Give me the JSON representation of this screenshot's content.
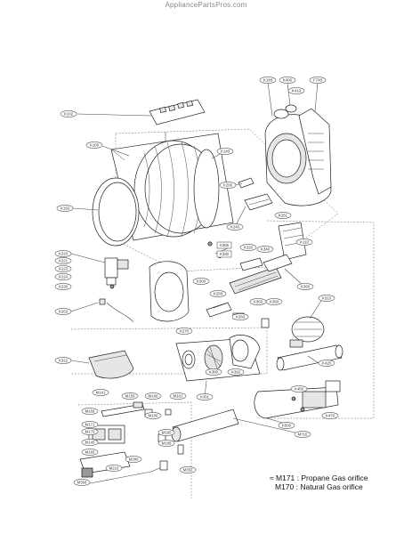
{
  "watermark": "AppliancePartsPros.com",
  "legend": {
    "line1": "≈ M171 : Propane Gas orifice",
    "line2": "M170 : Natural Gas orifice"
  },
  "labels": {
    "k180": "K180",
    "k400": "K400",
    "f700": "F700",
    "k410": "K410",
    "k102": "K102",
    "k100": "K100",
    "k140": "K140",
    "k150": "K150",
    "k200": "K200",
    "k251": "K251",
    "k110": "K110",
    "k306": "K306",
    "k320": "K320",
    "k240": "K240",
    "k330": "K330",
    "k220": "K220",
    "k221": "K221",
    "k223": "K223",
    "k224": "K224",
    "k230": "K230",
    "k300": "K300",
    "k250": "K250",
    "k310": "K310",
    "k360": "K360",
    "k262": "K262",
    "k340": "K340",
    "k350": "K350",
    "k350b": "K350",
    "k260": "K260",
    "k270": "K270",
    "k322": "K322",
    "k420": "K420",
    "k390": "K390",
    "m141": "M141",
    "m156": "M156",
    "m150": "M150",
    "m160": "M160",
    "m101": "M101",
    "m170": "M170",
    "m171": "M171",
    "m140": "M140",
    "m165": "M165",
    "m190": "M190",
    "m195": "M195",
    "m210": "M210",
    "m280": "M280",
    "m350": "M350",
    "k392": "K392",
    "k391": "K391",
    "k450": "K450",
    "k470": "K470",
    "k500": "K500",
    "m710": "M710",
    "m360": "M360",
    "m100": "M100"
  }
}
